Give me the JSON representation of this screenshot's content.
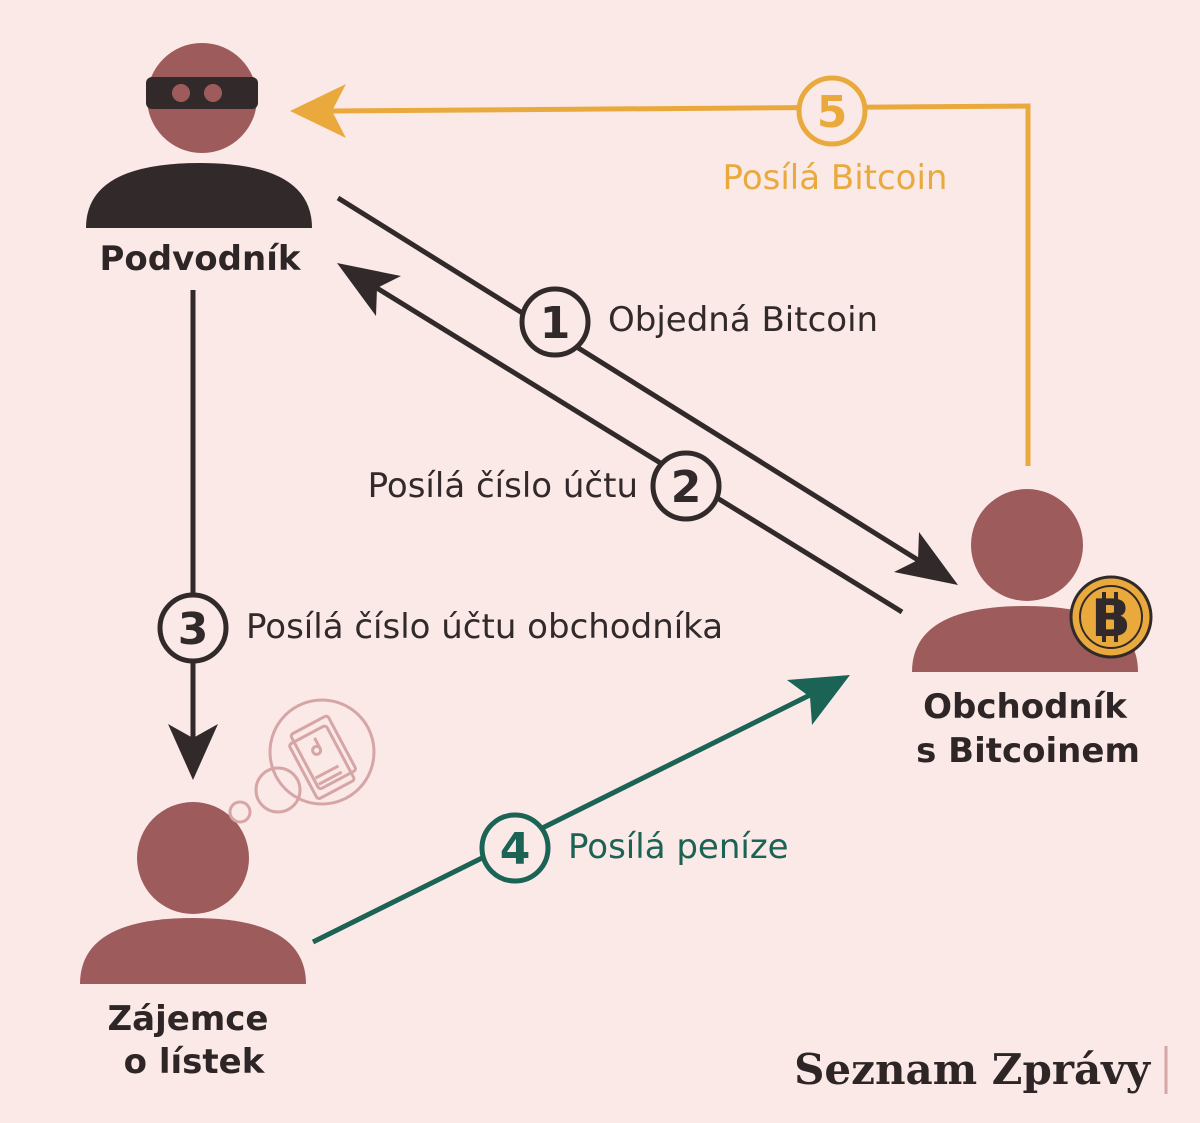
{
  "colors": {
    "background": "#fbe9e8",
    "dark": "#322a2a",
    "person": "#9e5b5b",
    "gold": "#e9a93d",
    "green": "#1b6355",
    "bubble": "#d6a5a5"
  },
  "actors": {
    "scammer": {
      "label": "Podvodník"
    },
    "merchant": {
      "label_line1": "Obchodník",
      "label_line2": "s Bitcoinem"
    },
    "buyer": {
      "label_line1": "Zájemce",
      "label_line2": "o lístek"
    }
  },
  "steps": [
    {
      "number": "1",
      "label": "Objedná Bitcoin"
    },
    {
      "number": "2",
      "label": "Posílá číslo účtu"
    },
    {
      "number": "3",
      "label": "Posílá číslo účtu obchodníka"
    },
    {
      "number": "4",
      "label": "Posílá peníze"
    },
    {
      "number": "5",
      "label": "Posílá Bitcoin"
    }
  ],
  "brand": {
    "name": "Seznam Zprávy"
  },
  "icons": {
    "bitcoin": "bitcoin-badge-icon",
    "ticket": "ticket-thought-icon",
    "mask": "robber-mask-icon"
  }
}
